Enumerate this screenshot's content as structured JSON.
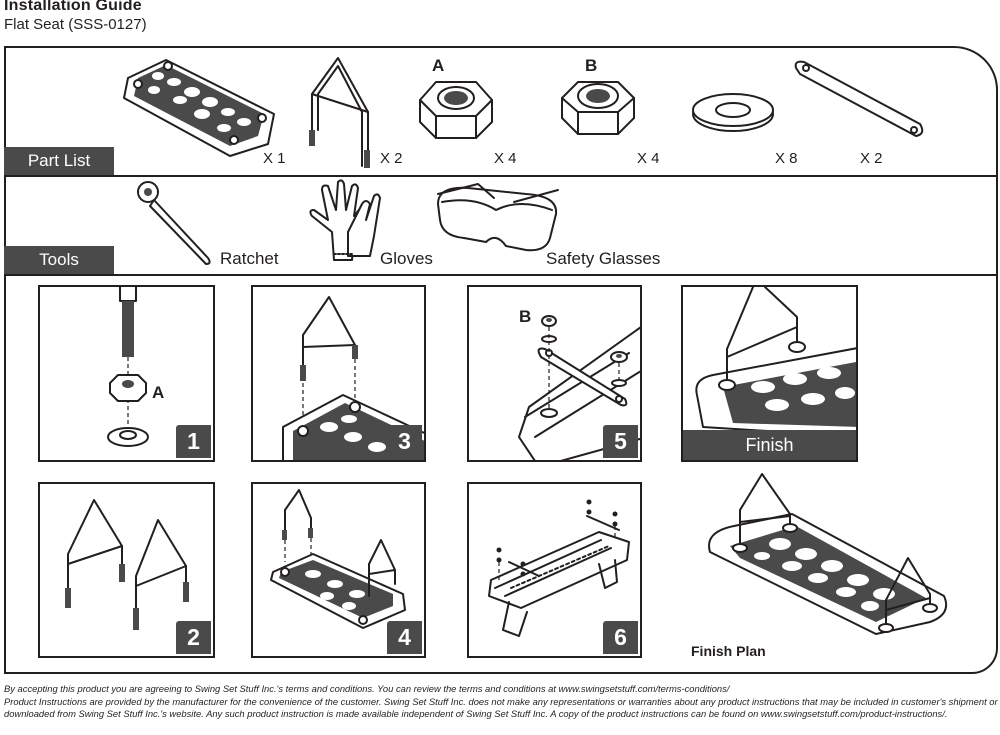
{
  "header": {
    "title": "Installation Guide",
    "subtitle": "Flat Seat (SSS-0127)"
  },
  "part_list": {
    "label": "Part List",
    "items": [
      {
        "icon": "seat-icon",
        "qty": "X 1"
      },
      {
        "icon": "chain-triangle-icon",
        "qty": "X 2"
      },
      {
        "icon": "hex-nut-a-icon",
        "letter": "A",
        "qty": "X 4"
      },
      {
        "icon": "hex-nut-b-icon",
        "letter": "B",
        "qty": "X 4"
      },
      {
        "icon": "washer-icon",
        "qty": "X 8"
      },
      {
        "icon": "strap-icon",
        "qty": "X 2"
      }
    ]
  },
  "tools": {
    "label": "Tools",
    "items": [
      {
        "icon": "ratchet-icon",
        "label": "Ratchet"
      },
      {
        "icon": "gloves-icon",
        "label": "Gloves"
      },
      {
        "icon": "safety-glasses-icon",
        "label": "Safety Glasses"
      }
    ]
  },
  "steps": {
    "s1": {
      "number": "1",
      "letter": "A"
    },
    "s2": {
      "number": "2"
    },
    "s3": {
      "number": "3"
    },
    "s4": {
      "number": "4"
    },
    "s5": {
      "number": "5",
      "letter": "B"
    },
    "s6": {
      "number": "6"
    },
    "finish": {
      "label": "Finish"
    },
    "finish_plan": {
      "label": "Finish Plan"
    }
  },
  "colors": {
    "ink": "#231f20",
    "label_bg": "#4a4a4a",
    "background": "#ffffff"
  },
  "disclaimer": {
    "line1": "By accepting this product you are agreeing to Swing Set Stuff Inc.'s terms and conditions. You can review the terms and conditions at www.swingsetstuff.com/terms-conditions/",
    "line2": "Product Instructions are provided by the manufacturer for the convenience of the customer. Swing Set Stuff Inc. does not make any representations or warranties about any product instructions that may be included in customer's shipment or downloaded from Swing Set Stuff Inc.'s website. Any such product instruction is made available independent of Swing Set Stuff Inc.  A copy of the product instructions can be found on www.swingsetstuff.com/product-instructions/."
  }
}
